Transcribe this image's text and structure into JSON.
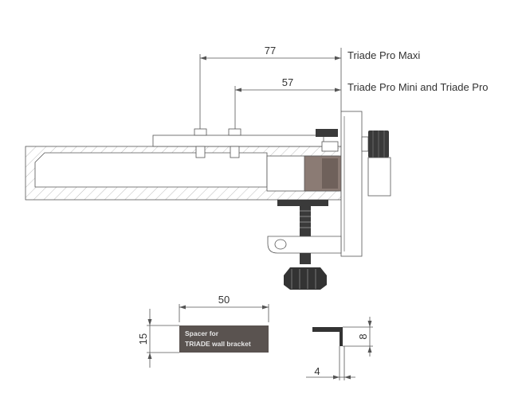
{
  "labels": {
    "maxi": "Triade Pro Maxi",
    "mini": "Triade Pro Mini and Triade Pro"
  },
  "dimensions": {
    "maxi_offset": "77",
    "mini_offset": "57",
    "spacer_width": "50",
    "spacer_height": "15",
    "profile_height": "8",
    "profile_width": "4"
  },
  "spacer": {
    "line1": "Spacer for",
    "line2": "TRIADE wall bracket"
  },
  "colors": {
    "line": "#444444",
    "hatch": "#bbbbbb",
    "spacer_fill": "#5a5350",
    "dark_part": "#333333",
    "shaded_part": "#8b7b74"
  }
}
